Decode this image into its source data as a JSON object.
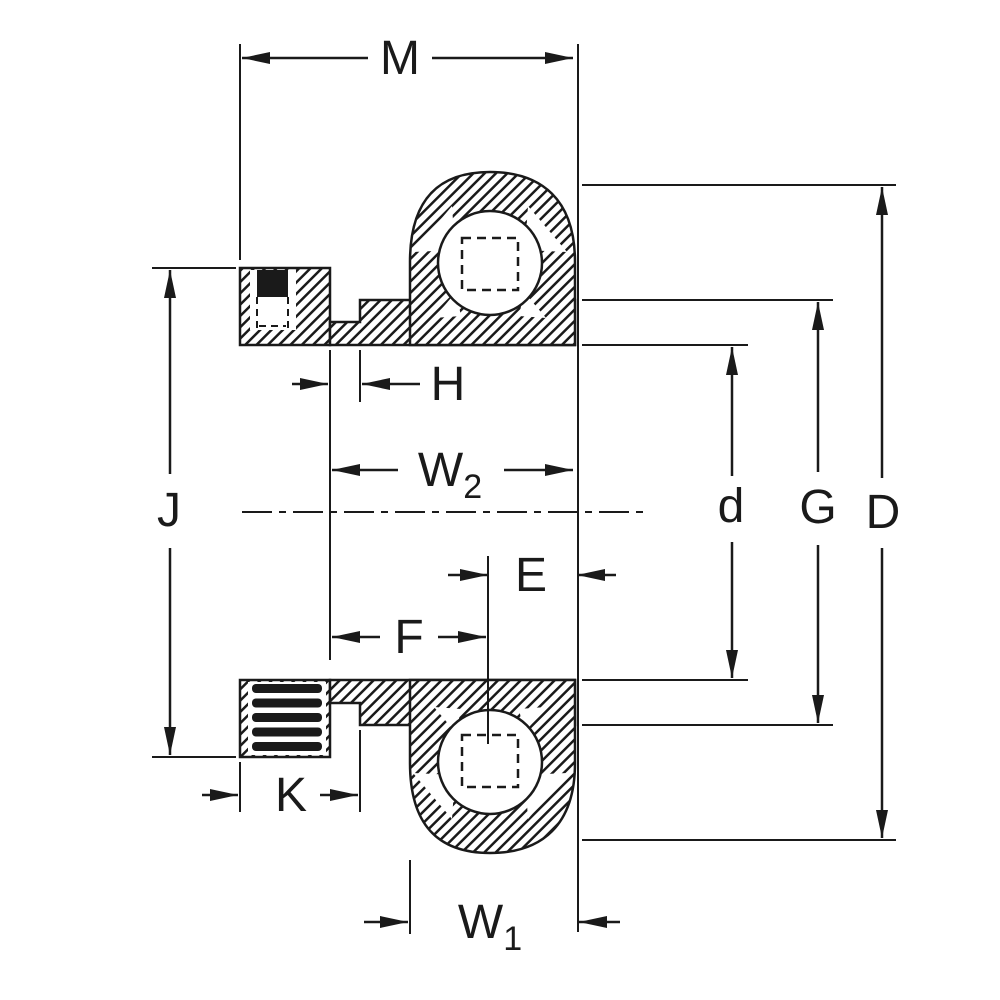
{
  "diagram": {
    "description": "Bearing unit cross-section dimensional drawing",
    "colors": {
      "ink": "#1a1a1a",
      "background": "#ffffff"
    },
    "labels": {
      "M": "M",
      "H": "H",
      "W2_base": "W",
      "W2_sub": "2",
      "E": "E",
      "F": "F",
      "J": "J",
      "K": "K",
      "W1_base": "W",
      "W1_sub": "1",
      "d": "d",
      "G": "G",
      "D": "D"
    }
  }
}
